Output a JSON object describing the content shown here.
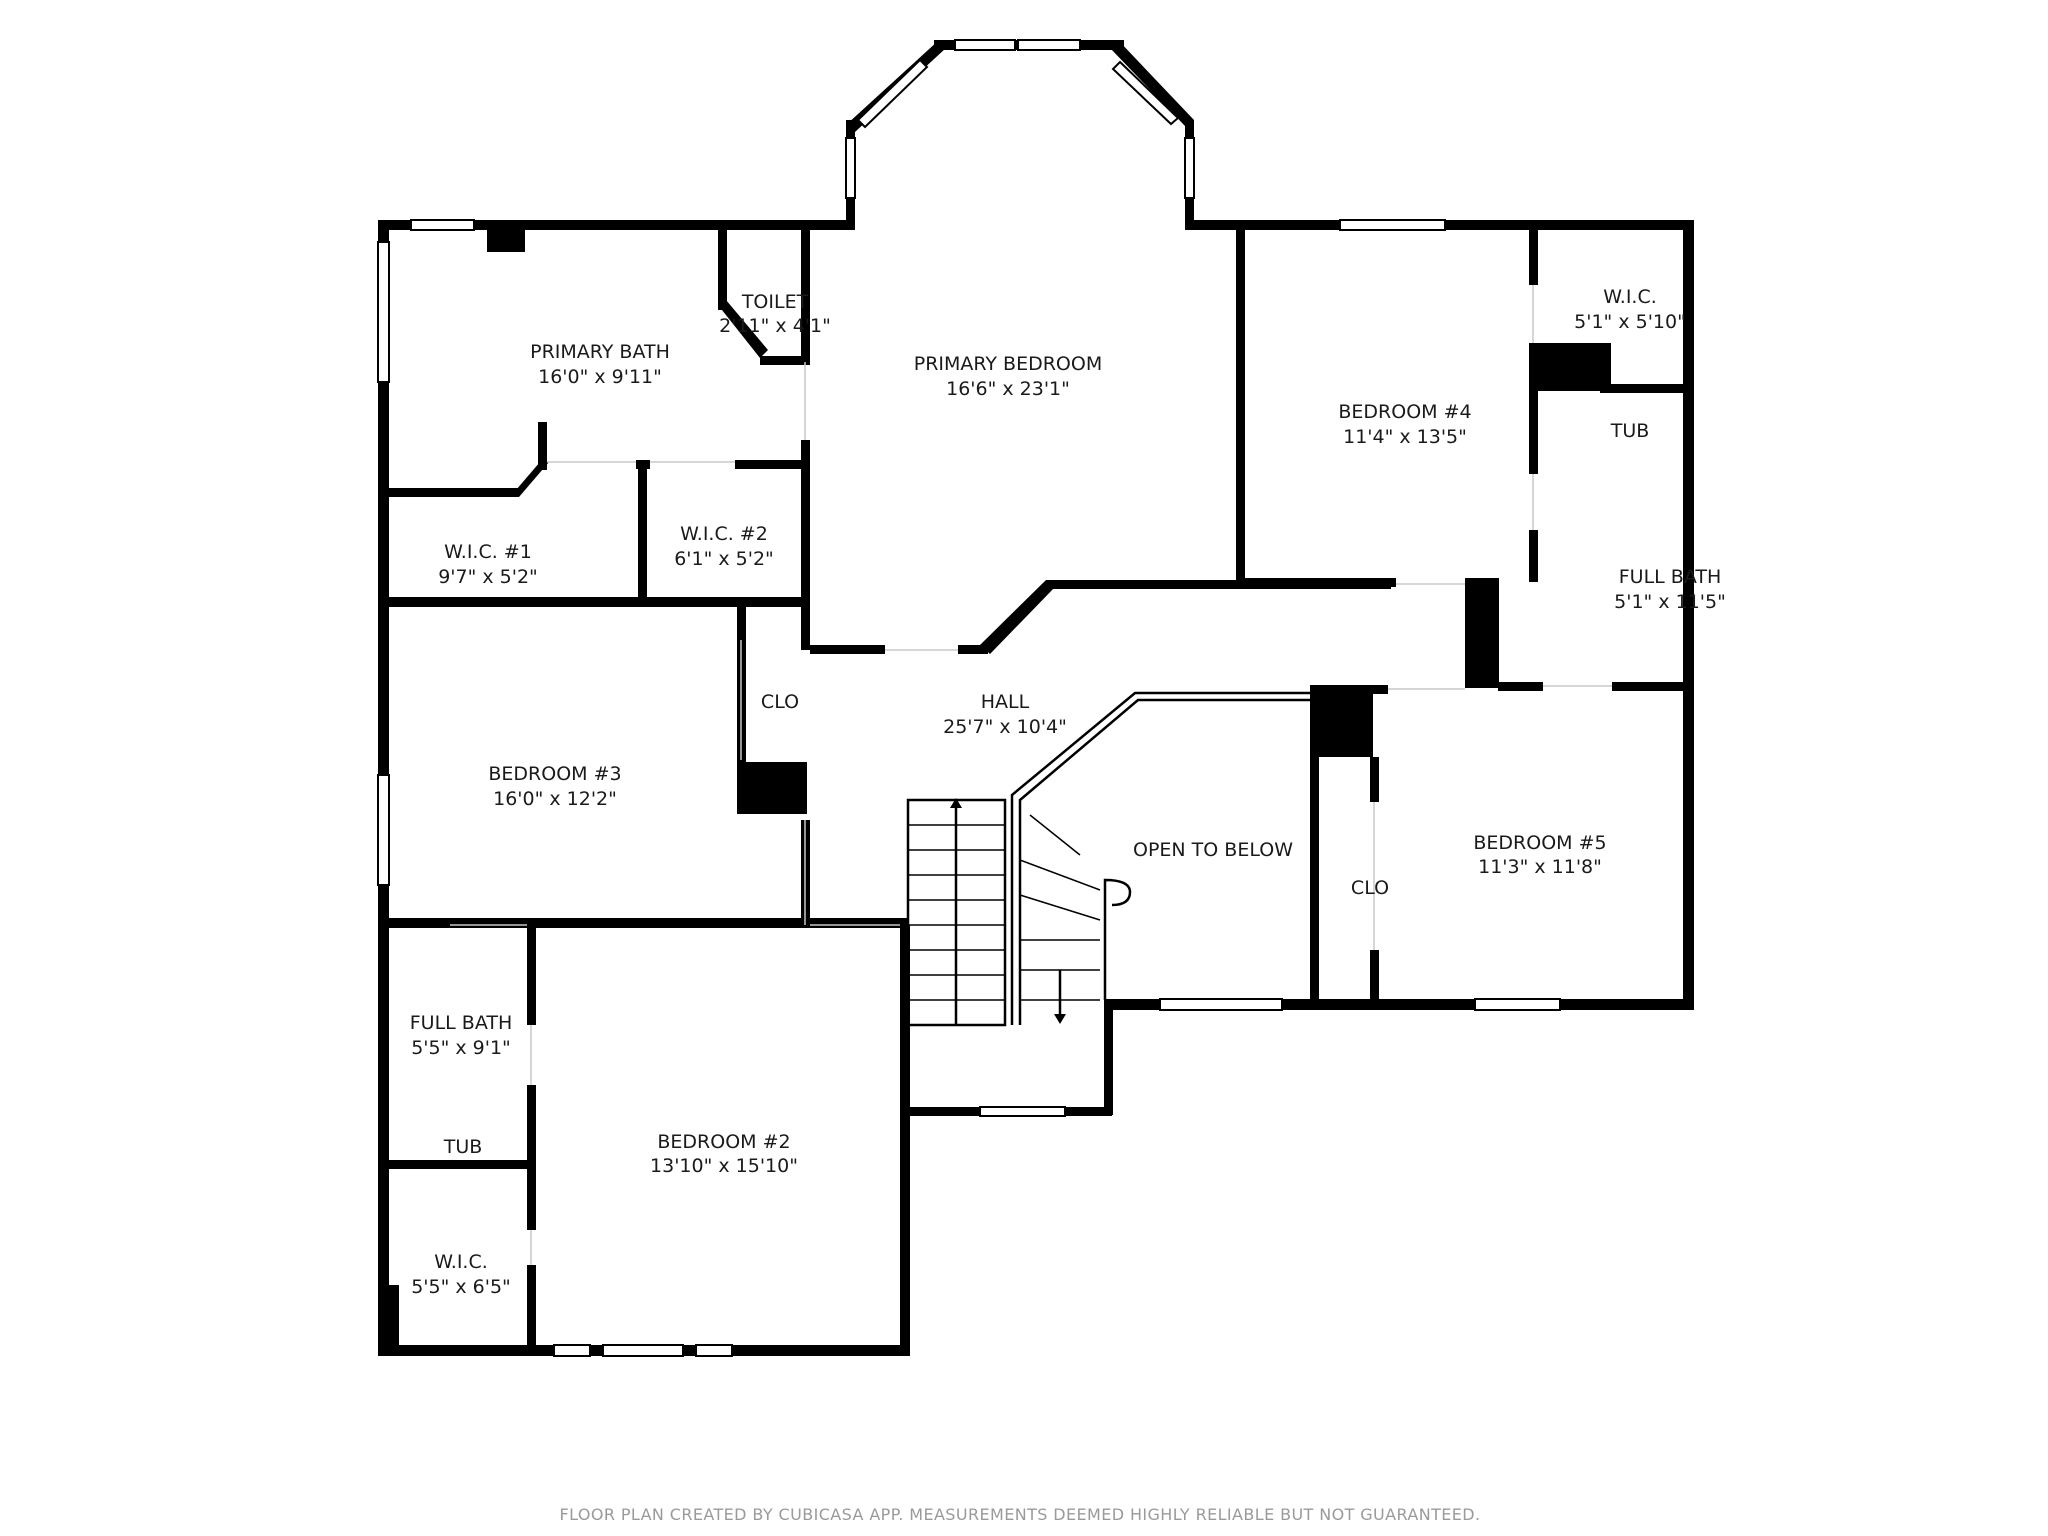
{
  "rooms": {
    "primary_bath": {
      "name": "PRIMARY BATH",
      "dim": "16'0\" x 9'11\""
    },
    "toilet": {
      "name": "TOILET",
      "dim": "2'11\" x 4'1\""
    },
    "primary_bedroom": {
      "name": "PRIMARY BEDROOM",
      "dim": "16'6\" x 23'1\""
    },
    "bedroom4": {
      "name": "BEDROOM #4",
      "dim": "11'4\" x 13'5\""
    },
    "wic_top_right": {
      "name": "W.I.C.",
      "dim": "5'1\" x 5'10\""
    },
    "full_bath_right": {
      "name": "FULL BATH",
      "dim": "5'1\" x 11'5\""
    },
    "wic1": {
      "name": "W.I.C. #1",
      "dim": "9'7\" x 5'2\""
    },
    "wic2": {
      "name": "W.I.C. #2",
      "dim": "6'1\" x 5'2\""
    },
    "bedroom3": {
      "name": "BEDROOM #3",
      "dim": "16'0\" x 12'2\""
    },
    "hall": {
      "name": "HALL",
      "dim": "25'7\" x 10'4\""
    },
    "open_to_below": {
      "name": "OPEN TO BELOW"
    },
    "bedroom5": {
      "name": "BEDROOM #5",
      "dim": "11'3\" x 11'8\""
    },
    "full_bath_left": {
      "name": "FULL BATH",
      "dim": "5'5\" x 9'1\""
    },
    "bedroom2": {
      "name": "BEDROOM #2",
      "dim": "13'10\" x 15'10\""
    },
    "wic_bottom_left": {
      "name": "W.I.C.",
      "dim": "5'5\" x 6'5\""
    }
  },
  "fixtures": {
    "tub_right": "TUB",
    "tub_left": "TUB",
    "clo_bedroom3": "CLO",
    "clo_bedroom5": "CLO"
  },
  "footer": "FLOOR PLAN CREATED BY CUBICASA APP. MEASUREMENTS DEEMED HIGHLY RELIABLE BUT NOT GUARANTEED."
}
